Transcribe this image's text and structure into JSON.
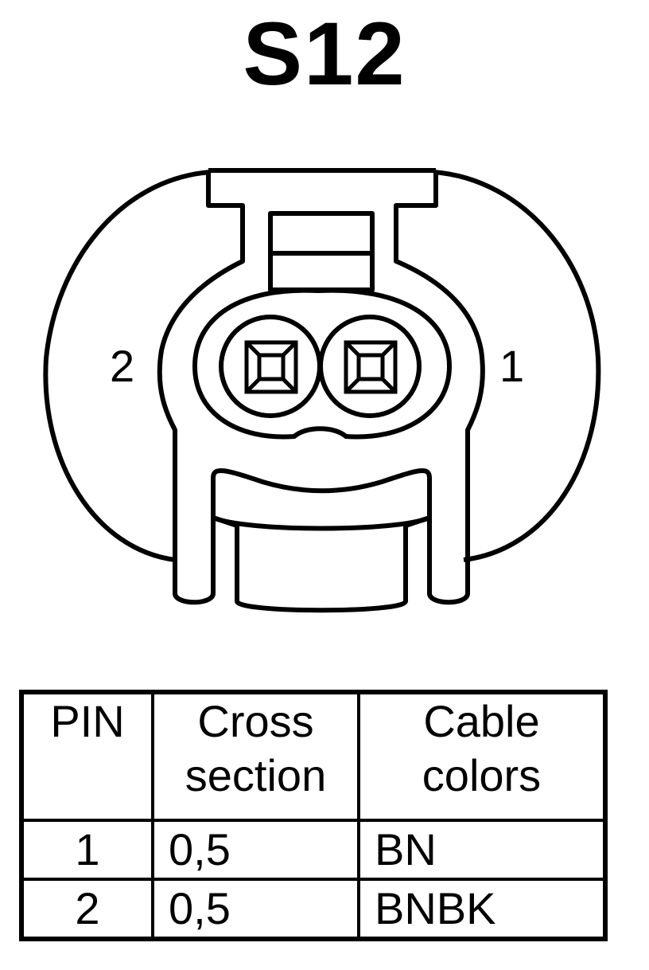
{
  "title": "S12",
  "connector": {
    "pin_labels": {
      "left": "2",
      "right": "1"
    }
  },
  "table": {
    "headers": [
      {
        "line1": "PIN",
        "line2": ""
      },
      {
        "line1": "Cross",
        "line2": "section"
      },
      {
        "line1": "Cable",
        "line2": "colors"
      }
    ],
    "rows": [
      {
        "pin": "1",
        "cross_section": "0,5",
        "color": "BN"
      },
      {
        "pin": "2",
        "cross_section": "0,5",
        "color": "BNBK"
      }
    ]
  }
}
